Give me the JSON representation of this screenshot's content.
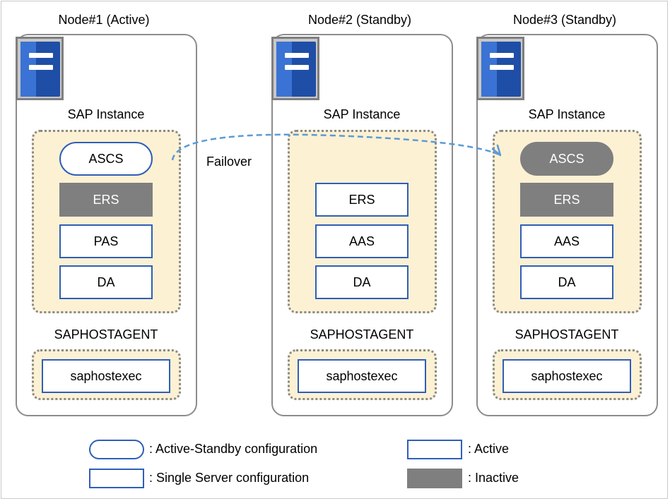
{
  "nodes": [
    {
      "title": "Node#1 (Active)",
      "sap_label": "SAP Instance",
      "services": [
        {
          "label": "ASCS",
          "style": "active-standby"
        },
        {
          "label": "ERS",
          "style": "inactive"
        },
        {
          "label": "PAS",
          "style": "active"
        },
        {
          "label": "DA",
          "style": "active"
        }
      ],
      "agent_label": "SAPHOSTAGENT",
      "agent_service": "saphostexec"
    },
    {
      "title": "Node#2 (Standby)",
      "sap_label": "SAP Instance",
      "services": [
        {
          "label": "ERS",
          "style": "active"
        },
        {
          "label": "AAS",
          "style": "active"
        },
        {
          "label": "DA",
          "style": "active"
        }
      ],
      "agent_label": "SAPHOSTAGENT",
      "agent_service": "saphostexec"
    },
    {
      "title": "Node#3 (Standby)",
      "sap_label": "SAP Instance",
      "services": [
        {
          "label": "ASCS",
          "style": "inactive-rounded"
        },
        {
          "label": "ERS",
          "style": "inactive"
        },
        {
          "label": "AAS",
          "style": "active"
        },
        {
          "label": "DA",
          "style": "active"
        }
      ],
      "agent_label": "SAPHOSTAGENT",
      "agent_service": "saphostexec"
    }
  ],
  "failover": {
    "label": "Failover",
    "from": "Node#1 ASCS",
    "to": "Node#3 ASCS"
  },
  "legend": {
    "active_standby": ": Active-Standby configuration",
    "single_server": ": Single Server configuration",
    "active": ": Active",
    "inactive": ": Inactive"
  },
  "colors": {
    "active_border": "#2f5fb8",
    "inactive_fill": "#7f7f7f",
    "instance_fill": "#fdf1d4",
    "failover_arrow": "#5b9bd5",
    "server_icon": "#1f4ea6"
  },
  "icons": {
    "server": "server-icon"
  }
}
